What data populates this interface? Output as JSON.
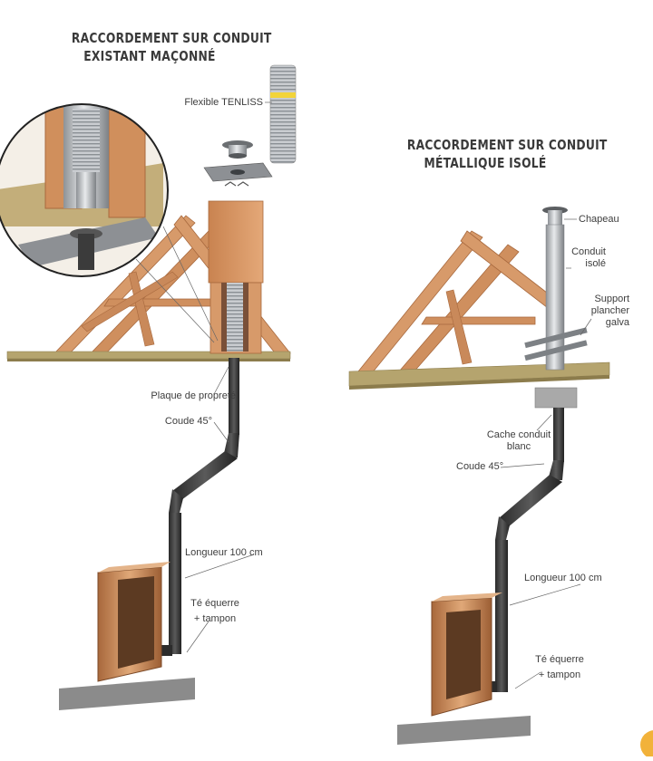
{
  "left_diagram": {
    "title_line1": "RACCORDEMENT SUR CONDUIT",
    "title_line2": "EXISTANT MAÇONNÉ",
    "labels": {
      "flexible": "Flexible TENLISS",
      "plaque": "Plaque de propreté",
      "coude": "Coude 45°",
      "longueur": "Longueur 100 cm",
      "te_line1": "Té équerre",
      "te_line2": "+ tampon"
    }
  },
  "right_diagram": {
    "title_line1": "RACCORDEMENT SUR CONDUIT",
    "title_line2": "MÉTALLIQUE ISOLÉ",
    "labels": {
      "chapeau": "Chapeau",
      "conduit_line1": "Conduit",
      "conduit_line2": "isolé",
      "support_line1": "Support",
      "support_line2": "plancher",
      "support_line3": "galva",
      "cache_line1": "Cache conduit",
      "cache_line2": "blanc",
      "coude": "Coude 45°",
      "longueur": "Longueur 100 cm",
      "te_line1": "Té équerre",
      "te_line2": "+ tampon"
    }
  },
  "colors": {
    "wood": "#d79a6a",
    "wood_dark": "#b8764a",
    "floor": "#b5a46e",
    "pipe": "#3b3b3b",
    "steel": "#b9bcbf",
    "stove": "#c98a5a",
    "base": "#8b8b8b",
    "accent": "#f2b23a"
  }
}
